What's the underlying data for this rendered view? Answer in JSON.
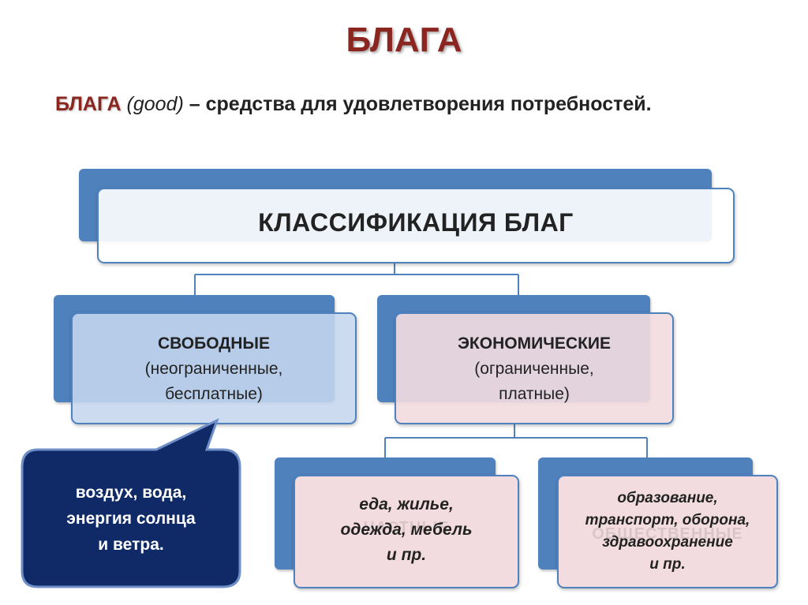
{
  "title": "БЛАГА",
  "definition": {
    "term": "БЛАГА",
    "english": "(good)",
    "text": "– средства для удовлетворения потребностей."
  },
  "classification": {
    "title": "КЛАССИФИКАЦИЯ БЛАГ"
  },
  "free_goods": {
    "heading": "СВОБОДНЫЕ",
    "line1": "(неограниченные,",
    "line2": "бесплатные)"
  },
  "economic_goods": {
    "heading": "ЭКОНОМИЧЕСКИЕ",
    "line1": "(ограниченные,",
    "line2": "платные)"
  },
  "free_examples": {
    "line1": "воздух, вода,",
    "line2": "энергия солнца",
    "line3": "и ветра."
  },
  "private_goods": {
    "ghost_label": "ЧАСТНЫЕ",
    "line1": "еда, жилье,",
    "line2": "одежда, мебель",
    "line3": "и пр."
  },
  "public_goods": {
    "ghost_label": "ОБЩЕСТВЕННЫЕ",
    "line1": "образование,",
    "line2": "транспорт, оборона,",
    "line3": "здравоохранение",
    "line4": "и пр."
  },
  "colors": {
    "accent_blue": "#4f81bd",
    "title_red": "#8b2520",
    "free_fill": "#c5d6ee",
    "economic_fill": "#f2dcdf",
    "callout_navy": "#0f2a66"
  }
}
